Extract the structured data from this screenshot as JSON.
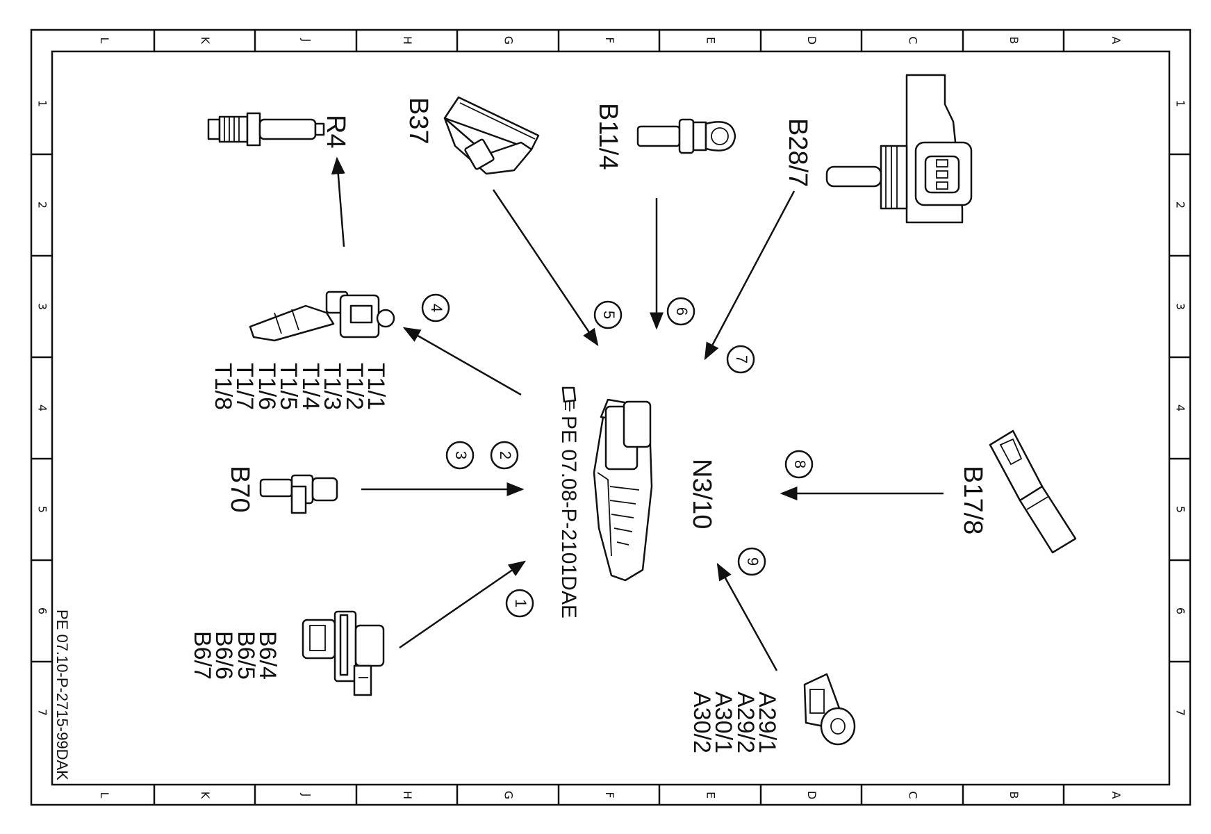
{
  "frame": {
    "columns": [
      "L",
      "K",
      "J",
      "H",
      "G",
      "F",
      "E",
      "D",
      "C",
      "B",
      "A"
    ],
    "rows": [
      "1",
      "2",
      "3",
      "4",
      "5",
      "6",
      "7"
    ]
  },
  "components": {
    "r4": "R4",
    "b37": "B37",
    "b11_4": "B11/4",
    "b28_7": "B28/7",
    "b70": "B70",
    "b17_8": "B17/8",
    "n3_10": "N3/10",
    "t1": [
      "T1/1",
      "T1/2",
      "T1/3",
      "T1/4",
      "T1/5",
      "T1/6",
      "T1/7",
      "T1/8"
    ],
    "b6": [
      "B6/4",
      "B6/5",
      "B6/6",
      "B6/7"
    ],
    "a29": [
      "A29/1",
      "A29/2",
      "A30/1",
      "A30/2"
    ]
  },
  "callouts": [
    "1",
    "2",
    "3",
    "4",
    "5",
    "6",
    "7",
    "8",
    "9"
  ],
  "reference": "PE 07.08-P-2101DAE",
  "drawing_number": "PE 07.10-P-2715-99DAK"
}
